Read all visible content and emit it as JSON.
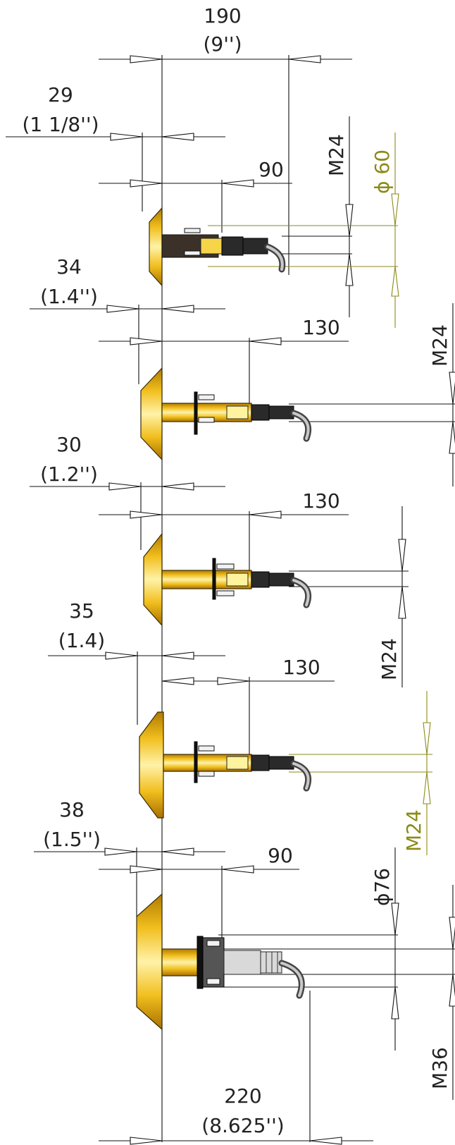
{
  "labels": {
    "overall_length_mm": "190",
    "overall_length_in": "(9'')",
    "sensor1_flange_mm": "29",
    "sensor1_flange_in": "(1 1/8'')",
    "sensor1_connector_mm": "90",
    "sensor1_thread": "M24",
    "sensor1_diameter": "ϕ 60",
    "sensor2_flange_mm": "34",
    "sensor2_flange_in": "(1.4'')",
    "sensor2_connector_mm": "130",
    "sensor2_thread": "M24",
    "sensor3_flange_mm": "30",
    "sensor3_flange_in": "(1.2'')",
    "sensor3_connector_mm": "130",
    "sensor3_thread": "M24",
    "sensor4_flange_mm": "35",
    "sensor4_flange_in": "(1.4)",
    "sensor4_connector_mm": "130",
    "sensor4_thread": "M24",
    "sensor5_flange_mm": "38",
    "sensor5_flange_in": "(1.5'')",
    "sensor5_connector_mm": "90",
    "sensor5_diameter": "ϕ76",
    "sensor5_thread": "M36",
    "bottom_length_mm": "220",
    "bottom_length_in": "(8.625'')"
  },
  "colors": {
    "body_gold": "#f1bf1e",
    "body_gold_dark": "#b07b00",
    "dimension_black": "#111111",
    "dimension_olive": "#8c8a16"
  }
}
